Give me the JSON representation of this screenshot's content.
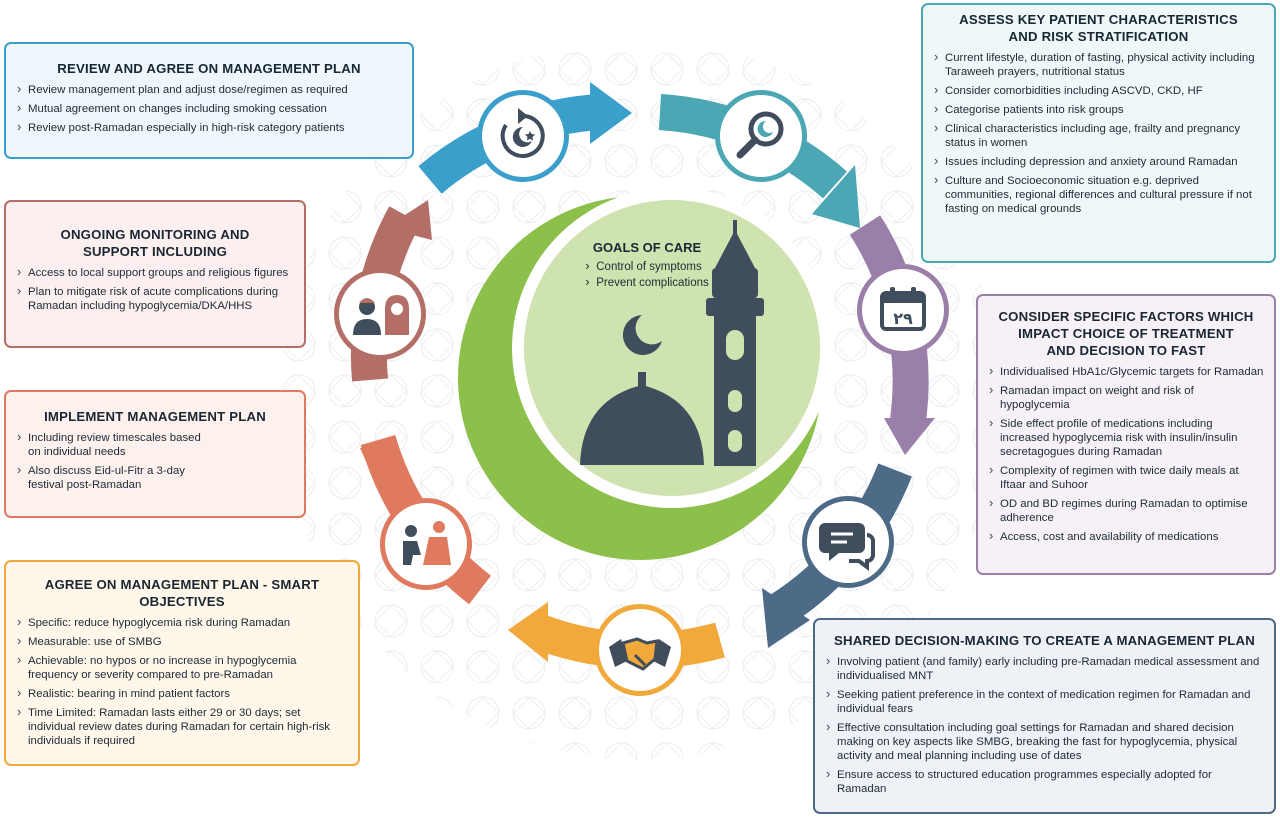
{
  "center": {
    "title": "GOALS OF CARE",
    "items": [
      "Control of symptoms",
      "Prevent complications"
    ]
  },
  "boxes": {
    "review": {
      "title": "REVIEW AND AGREE ON MANAGEMENT PLAN",
      "items": [
        "Review management plan and adjust dose/regimen as required",
        "Mutual agreement on changes including smoking cessation",
        "Review post-Ramadan especially in high-risk category patients"
      ]
    },
    "assess": {
      "title_line1": "ASSESS KEY PATIENT CHARACTERISTICS",
      "title_line2": "AND RISK STRATIFICATION",
      "items": [
        "Current lifestyle, duration of fasting, physical activity including Taraweeh prayers, nutritional status",
        "Consider comorbidities including ASCVD, CKD, HF",
        "Categorise patients into risk groups",
        "Clinical characteristics including age, frailty and pregnancy status in women",
        "Issues including depression and anxiety around Ramadan",
        "Culture and Socioeconomic situation e.g. deprived communities, regional differences and cultural pressure if not fasting on medical grounds"
      ]
    },
    "monitor": {
      "title_line1": "ONGOING MONITORING AND",
      "title_line2": "SUPPORT INCLUDING",
      "items": [
        "Access to local support groups and religious figures",
        "Plan to mitigate risk of acute complications during Ramadan including hypoglycemia/DKA/HHS"
      ]
    },
    "implement": {
      "title": "IMPLEMENT MANAGEMENT PLAN",
      "items": [
        "Including review timescales based on individual needs",
        "Also discuss Eid-ul-Fitr a 3-day festival post-Ramadan"
      ]
    },
    "agree": {
      "title": "AGREE ON MANAGEMENT PLAN - SMART OBJECTIVES",
      "items": [
        "Specific: reduce hypoglycemia risk during Ramadan",
        "Measurable: use of SMBG",
        "Achievable: no hypos or no increase in hypoglycemia frequency or severity compared to pre-Ramadan",
        "Realistic: bearing in mind patient factors",
        "Time Limited: Ramadan lasts either 29 or 30 days; set individual review dates during Ramadan for certain high-risk individuals if required"
      ]
    },
    "consider": {
      "title_line1": "CONSIDER SPECIFIC FACTORS WHICH",
      "title_line2": "IMPACT CHOICE OF TREATMENT",
      "title_line3": "AND DECISION TO FAST",
      "items": [
        "Individualised HbA1c/Glycemic targets for Ramadan",
        "Ramadan impact on weight and risk of hypoglycemia",
        "Side effect profile of medications including increased hypoglycemia risk with insulin/insulin secretagogues during Ramadan",
        "Complexity of regimen with twice daily meals at Iftaar and Suhoor",
        "OD and BD regimes during Ramadan to optimise adherence",
        "Access, cost and availability of medications"
      ]
    },
    "shared": {
      "title": "SHARED DECISION-MAKING TO CREATE A MANAGEMENT PLAN",
      "items": [
        "Involving patient (and family) early including pre-Ramadan medical assessment and individualised MNT",
        "Seeking patient preference in the context of medication regimen for Ramadan and individual fears",
        "Effective consultation including goal settings for Ramadan and shared decision making on key aspects like SMBG, breaking the fast for hypoglycemia, physical activity and meal planning including use of dates",
        "Ensure access to structured education programmes especially adopted for Ramadan"
      ]
    }
  },
  "calendar_number": "٢٩",
  "colors": {
    "blue": "#3a9fca",
    "teal": "#4aa7b3",
    "purple": "#9a7fa8",
    "navy": "#4d6a87",
    "orange": "#f2a93b",
    "salmon": "#e07a5f",
    "red": "#b46e68",
    "green": "#8cc04a",
    "light_green": "#cfe3b0",
    "mosque_dark": "#3f4d5c"
  }
}
